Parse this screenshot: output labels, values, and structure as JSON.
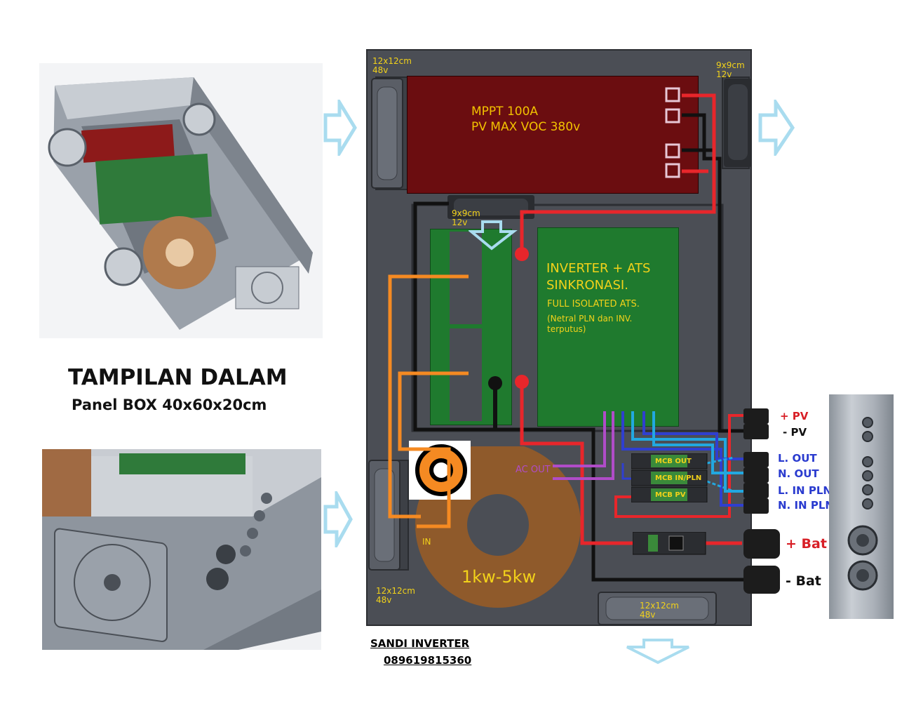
{
  "heading": {
    "title": "TAMPILAN DALAM",
    "subtitle": "Panel BOX 40x60x20cm"
  },
  "fans": {
    "top_left": "12x12cm\n48v",
    "top_right": "9x9cm\n12v",
    "middle": "9x9cm\n12v",
    "bottom_left": "12x12cm\n48v",
    "bottom_center": "12x12cm\n48v"
  },
  "mppt": {
    "line1": "MPPT 100A",
    "line2": "PV MAX VOC 380v"
  },
  "inverter": {
    "title": "INVERTER + ATS\nSINKRONASI.",
    "subtitle": "FULL ISOLATED ATS.",
    "note": "(Netral PLN dan INV.\nterputus)"
  },
  "transformer": {
    "rating": "1kw-5kw",
    "in_label": "IN"
  },
  "ac_out_label": "AC OUT",
  "mcb": {
    "out": "MCB OUT",
    "in_pln": "MCB IN/PLN",
    "pv": "MCB PV"
  },
  "terminals": {
    "pv_plus": "+ PV",
    "pv_minus": "- PV",
    "l_out": "L. OUT",
    "n_out": "N. OUT",
    "l_in_pln": "L. IN PLN",
    "n_in_pln": "N. IN PLN",
    "bat_plus": "+ Bat",
    "bat_minus": "- Bat"
  },
  "credit": {
    "name": "SANDI INVERTER",
    "phone": "089619815360"
  },
  "colors": {
    "positive_wire": "#e8262b",
    "negative_wire": "#111111",
    "ac_wire_blue": "#2f3fd0",
    "ac_wire_cyan": "#22a8e0",
    "ac_out_wire": "#b04cc8",
    "transformer_wire": "#f58a22",
    "label_red": "#d81f26",
    "label_blue": "#2a3bcf",
    "flow_arrow": "#a9dcef"
  },
  "icons": [
    "fan-icon",
    "flow-arrow-icon",
    "cable-gland-icon",
    "toroid-icon",
    "mcb-breaker-icon"
  ]
}
